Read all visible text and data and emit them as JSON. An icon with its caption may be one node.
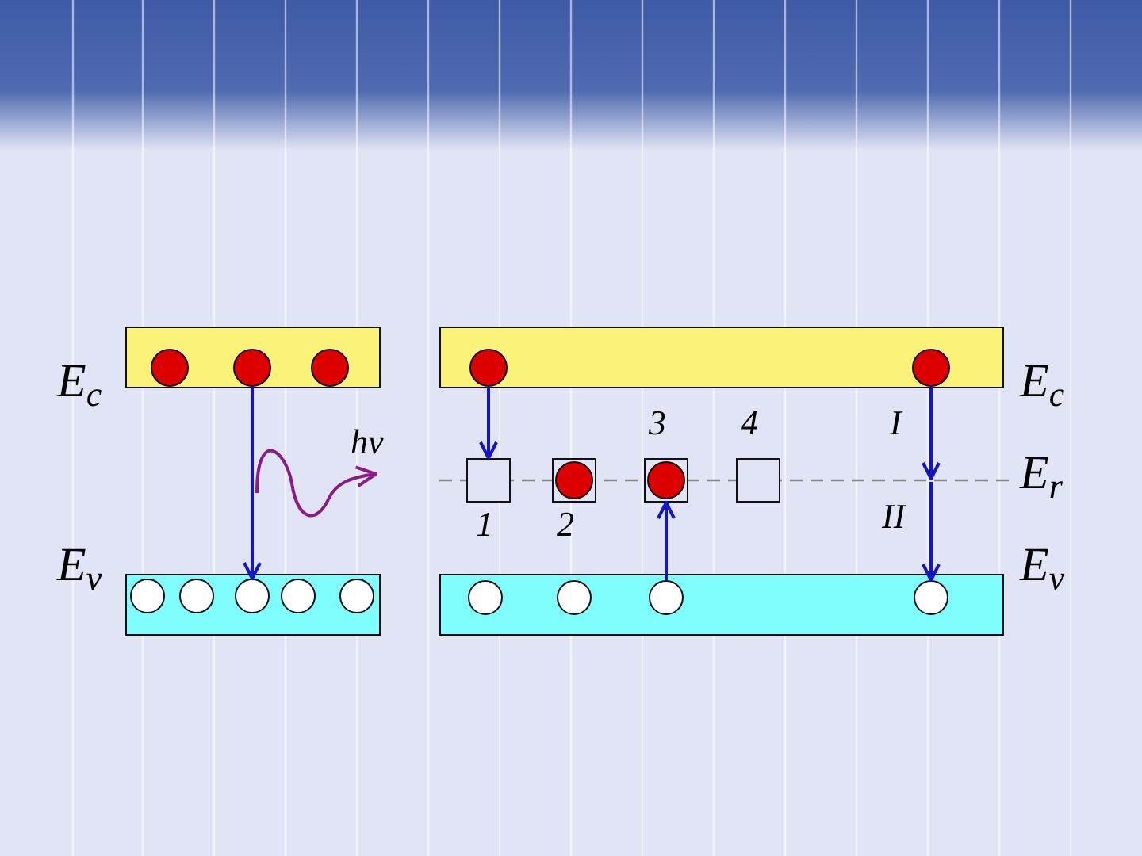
{
  "diagram": {
    "nodes": [
      {
        "text": [],
        "shape": "bar"
      },
      {
        "text": [],
        "shape": "circle",
        "in": 0
      },
      {
        "text": [],
        "shape": "circle",
        "in": 0
      },
      {
        "text": [],
        "shape": "circle",
        "in": 0
      },
      {
        "text": [],
        "shape": "bar"
      },
      {
        "text": [],
        "shape": "circle",
        "in": 4
      },
      {
        "text": [],
        "shape": "circle",
        "in": 4
      },
      {
        "text": [],
        "shape": "circle",
        "in": 4
      },
      {
        "text": [],
        "shape": "circle",
        "in": 4
      },
      {
        "text": [],
        "shape": "circle",
        "in": 4
      },
      {
        "text": [],
        "shape": "bar"
      },
      {
        "text": [],
        "shape": "circle",
        "in": 10
      },
      {
        "text": [],
        "shape": "circle",
        "in": 10
      },
      {
        "text": [],
        "shape": "bar"
      },
      {
        "text": [],
        "shape": "circle",
        "in": 13
      },
      {
        "text": [],
        "shape": "circle",
        "in": 13
      },
      {
        "text": [],
        "shape": "circle",
        "in": 13
      },
      {
        "text": [],
        "shape": "circle",
        "in": 13
      },
      {
        "text": [],
        "shape": "box",
        "beside": [
          "1"
        ]
      },
      {
        "text": [],
        "shape": "box",
        "beside": [
          "2"
        ]
      },
      {
        "text": [],
        "shape": "box",
        "beside": [
          "3"
        ]
      },
      {
        "text": [],
        "shape": "box",
        "beside": [
          "4"
        ]
      },
      {
        "text": [],
        "shape": "circle",
        "in": 19
      },
      {
        "text": [],
        "shape": "circle",
        "in": 20
      }
    ],
    "edges": [
      {
        "from": 2,
        "to": 7,
        "arrow": "to"
      },
      {
        "from": 11,
        "to": 18,
        "arrow": "to"
      },
      {
        "from": 16,
        "to": 20,
        "arrow": "to"
      },
      {
        "from": 12,
        "to": null,
        "arrow": "to",
        "label": "I"
      },
      {
        "from": null,
        "to": 17,
        "arrow": "to",
        "label": "II"
      }
    ],
    "labels": [
      "E$_{c}$",
      "E$_{v}$",
      "hv",
      "E$_{c}$",
      "E$_{r}$",
      "E$_{v}$"
    ]
  }
}
